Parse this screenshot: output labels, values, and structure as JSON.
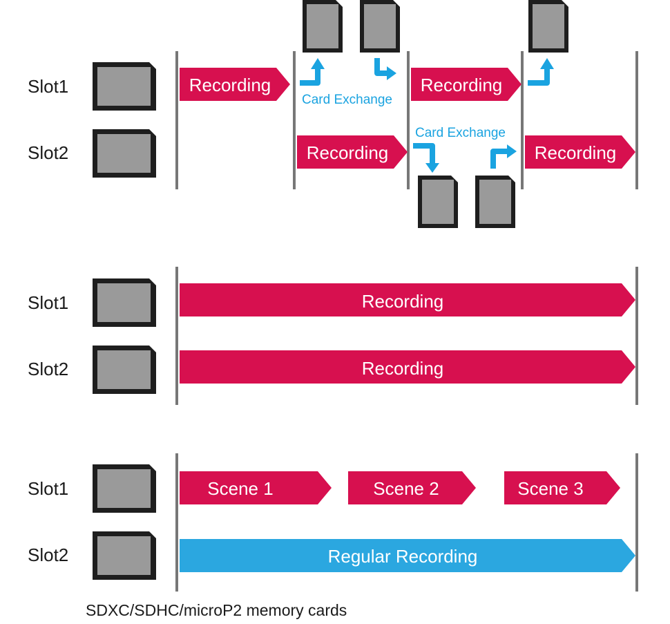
{
  "colors": {
    "recording": "#d7104f",
    "regular": "#2ba7e0",
    "exchange": "#1aa3e0",
    "divider": "#777777",
    "card_body": "#1e1e1e",
    "card_face": "#9a9a9a"
  },
  "sections": [
    {
      "id": "relay",
      "slots": [
        {
          "label": "Slot1",
          "bars": [
            {
              "label": "Recording"
            },
            {
              "label": "Recording"
            }
          ]
        },
        {
          "label": "Slot2",
          "bars": [
            {
              "label": "Recording"
            },
            {
              "label": "Recording"
            }
          ]
        }
      ],
      "exchange_labels": [
        "Card Exchange",
        "Card Exchange"
      ]
    },
    {
      "id": "simultaneous",
      "slots": [
        {
          "label": "Slot1",
          "bars": [
            {
              "label": "Recording"
            }
          ]
        },
        {
          "label": "Slot2",
          "bars": [
            {
              "label": "Recording"
            }
          ]
        }
      ]
    },
    {
      "id": "background",
      "slots": [
        {
          "label": "Slot1",
          "bars": [
            {
              "label": "Scene 1"
            },
            {
              "label": "Scene 2"
            },
            {
              "label": "Scene 3"
            }
          ]
        },
        {
          "label": "Slot2",
          "bars": [
            {
              "label": "Regular Recording"
            }
          ]
        }
      ]
    }
  ],
  "caption": "SDXC/SDHC/microP2 memory cards"
}
